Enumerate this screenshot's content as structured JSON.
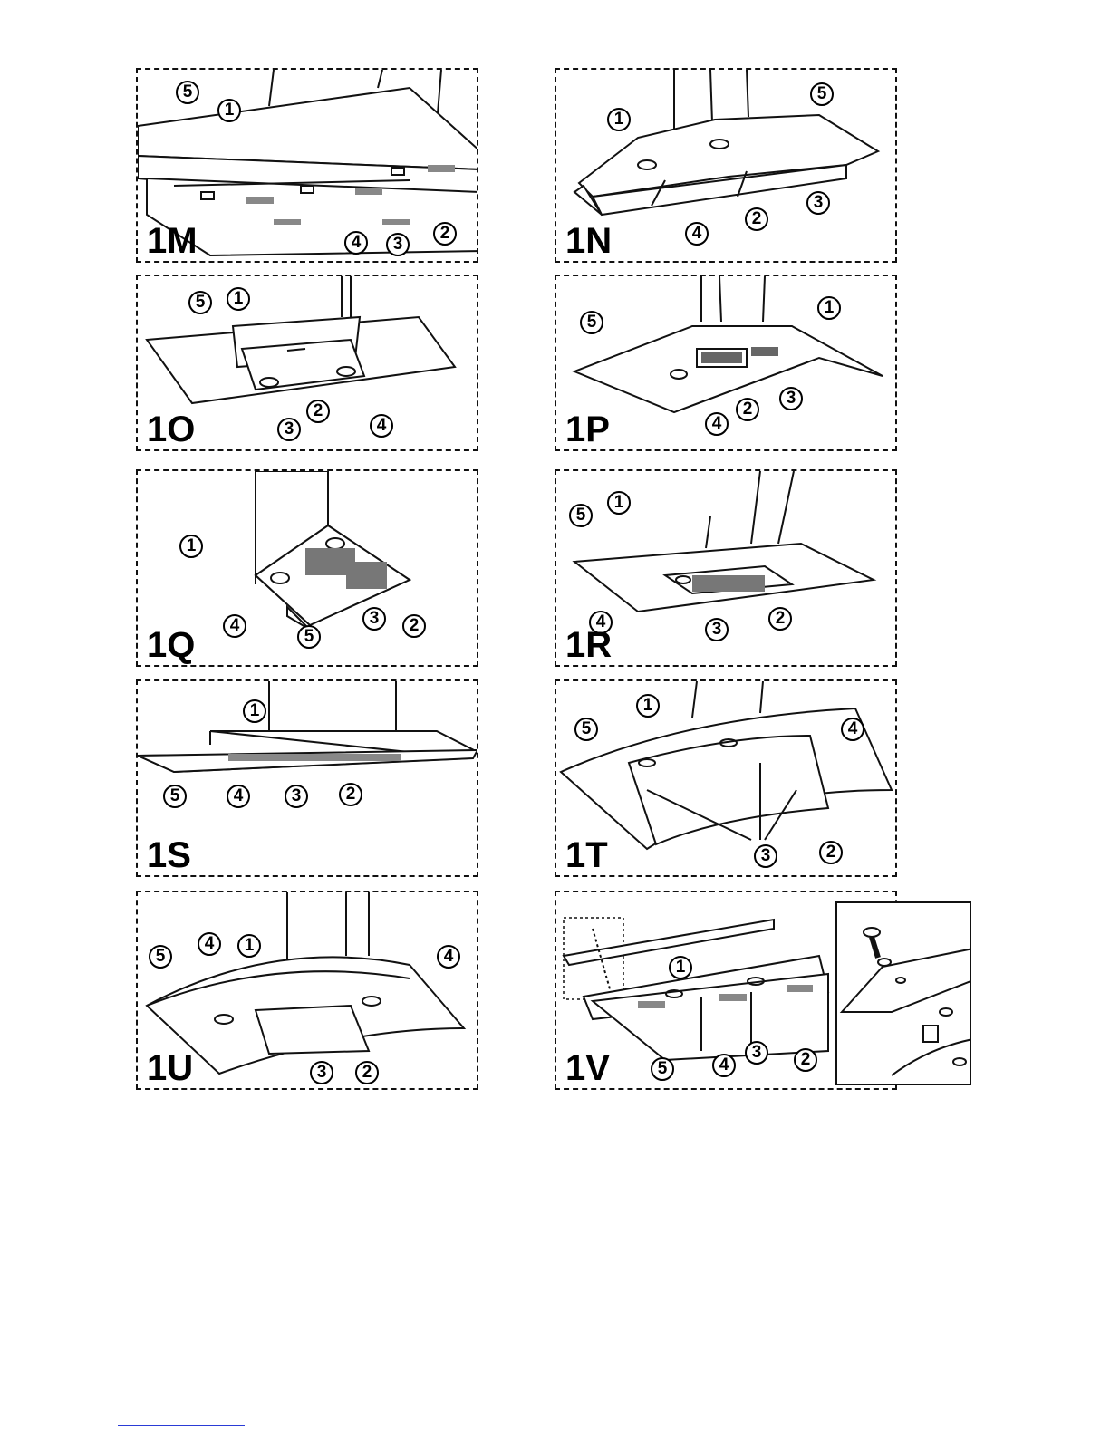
{
  "panels": [
    {
      "id": "1M",
      "label": "1M",
      "callouts": [
        "5",
        "1",
        "4",
        "3",
        "2"
      ]
    },
    {
      "id": "1N",
      "label": "1N",
      "callouts": [
        "5",
        "1",
        "4",
        "2",
        "3"
      ]
    },
    {
      "id": "1O",
      "label": "1O",
      "callouts": [
        "5",
        "1",
        "3",
        "2",
        "4"
      ]
    },
    {
      "id": "1P",
      "label": "1P",
      "callouts": [
        "5",
        "1",
        "4",
        "2",
        "3"
      ]
    },
    {
      "id": "1Q",
      "label": "1Q",
      "callouts": [
        "1",
        "4",
        "5",
        "3",
        "2"
      ]
    },
    {
      "id": "1R",
      "label": "1R",
      "callouts": [
        "1",
        "5",
        "4",
        "3",
        "2"
      ]
    },
    {
      "id": "1S",
      "label": "1S",
      "callouts": [
        "1",
        "5",
        "4",
        "3",
        "2"
      ]
    },
    {
      "id": "1T",
      "label": "1T",
      "callouts": [
        "1",
        "5",
        "4",
        "3",
        "2"
      ]
    },
    {
      "id": "1U",
      "label": "1U",
      "callouts": [
        "5",
        "4",
        "1",
        "4",
        "3",
        "2"
      ]
    },
    {
      "id": "1V",
      "label": "1V",
      "callouts": [
        "1",
        "5",
        "4",
        "3",
        "2"
      ]
    }
  ],
  "colors": {
    "line": "#111111",
    "fill": "#ffffff",
    "shade": "#d9d9d9",
    "link": "#2a3bd6"
  }
}
